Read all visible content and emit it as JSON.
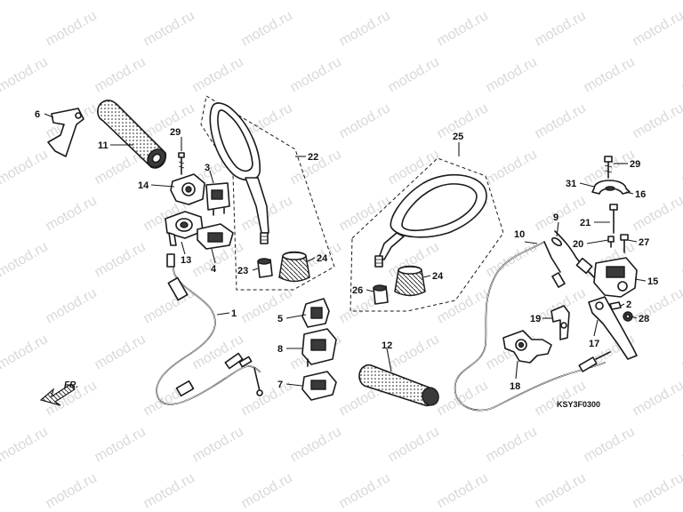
{
  "watermark": "motod.ru",
  "drawing_code": "KSY3F0300",
  "direction_label": "FR.",
  "callouts": [
    "1",
    "2",
    "3",
    "4",
    "5",
    "6",
    "7",
    "8",
    "9",
    "10",
    "11",
    "12",
    "13",
    "14",
    "15",
    "16",
    "17",
    "18",
    "19",
    "20",
    "21",
    "22",
    "23",
    "24",
    "24",
    "25",
    "26",
    "27",
    "28",
    "29",
    "30",
    "31"
  ]
}
